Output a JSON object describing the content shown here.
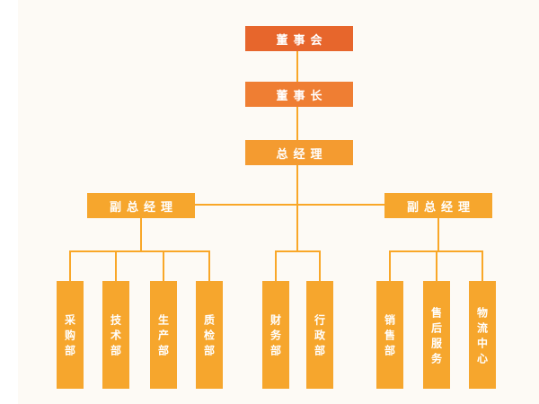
{
  "org_chart": {
    "root": {
      "label": "董事会"
    },
    "level2": {
      "label": "董事长"
    },
    "level3": {
      "label": "总经理"
    },
    "deputies": [
      {
        "label": "副总经理",
        "position": "left"
      },
      {
        "label": "副总经理",
        "position": "right"
      }
    ],
    "departments": [
      {
        "label": "采购部",
        "group": "left"
      },
      {
        "label": "技术部",
        "group": "left"
      },
      {
        "label": "生产部",
        "group": "left"
      },
      {
        "label": "质检部",
        "group": "left"
      },
      {
        "label": "财务部",
        "group": "center"
      },
      {
        "label": "行政部",
        "group": "center"
      },
      {
        "label": "销售部",
        "group": "right"
      },
      {
        "label": "售后服务",
        "group": "right"
      },
      {
        "label": "物流中心",
        "group": "right"
      }
    ],
    "colors": {
      "level1": "#e7662c",
      "level2": "#ef7e33",
      "level3": "#f49b30",
      "deputy": "#f6a62d",
      "department": "#f6a62d",
      "connector": "#f9a728",
      "background": "#fdfaf5"
    }
  }
}
